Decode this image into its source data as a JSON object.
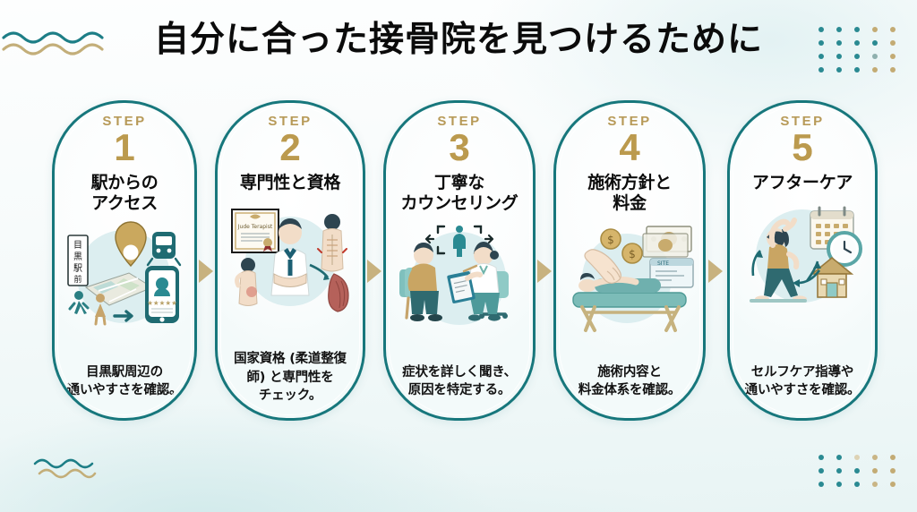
{
  "page": {
    "title": "自分に合った接骨院を見つけるために",
    "background_color": "#eef7f7",
    "accent_teal": "#17777c",
    "accent_gold": "#bb9a4e",
    "title_color": "#0b0b0b"
  },
  "decorations": {
    "wave_top_left": {
      "name": "wave-lines",
      "colors": [
        "#1d7e86",
        "#c3ae79"
      ]
    },
    "wave_bottom_left": {
      "name": "wave-lines",
      "colors": [
        "#1d7e86",
        "#c3ae79"
      ]
    },
    "dots_top_right": {
      "rows": 4,
      "cols": 5,
      "colors": [
        [
          "#2a8a92",
          "#2a8a92",
          "#2a8a92",
          "#c3ab74",
          "#c3ab74"
        ],
        [
          "#2a8a92",
          "#2a8a92",
          "#2a8a92",
          "#2a8a92",
          "#c3ab74"
        ],
        [
          "#2a8a92",
          "#2a8a92",
          "#2a8a92",
          "#8fb0ae",
          "#c3ab74"
        ],
        [
          "#2a8a92",
          "#2a8a92",
          "#2a8a92",
          "#c3ab74",
          "#c3ab74"
        ]
      ]
    },
    "dots_bottom_right": {
      "rows": 3,
      "cols": 5,
      "colors": [
        [
          "#2a8a92",
          "#2a8a92",
          "#ddd2b4",
          "#c9b585",
          "#c3ab74"
        ],
        [
          "#2a8a92",
          "#2a8a92",
          "#2a8a92",
          "#c3ab74",
          "#c3ab74"
        ],
        [
          "#2a8a92",
          "#2a8a92",
          "#2a8a92",
          "#c9b585",
          "#c3ab74"
        ]
      ]
    },
    "connector_arrow_color": "#c3ab74",
    "sparkle_color": "#e8d08a"
  },
  "steps": [
    {
      "step_word": "STEP",
      "number": "1",
      "title": "駅からの\nアクセス",
      "title_line1": "駅からの",
      "title_line2": "アクセス",
      "description": "目黒駅周辺の\n通いやすさを確認。",
      "desc_line1": "目黒駅周辺の",
      "desc_line2": "通いやすさを確認。",
      "illustration": "station-access-map-illustration",
      "illustration_label": "目黒駅前"
    },
    {
      "step_word": "STEP",
      "number": "2",
      "title": "専門性と資格",
      "title_line1": "専門性と資格",
      "title_line2": "",
      "description": "国家資格 (柔道整復\n師) と専門性を\nチェック。",
      "desc_line1": "国家資格 (柔道整復",
      "desc_line2": "師) と専門性を",
      "desc_line3": "チェック。",
      "illustration": "certificate-doctor-illustration",
      "illustration_label": "Jude Terapist"
    },
    {
      "step_word": "STEP",
      "number": "3",
      "title": "丁寧な\nカウンセリング",
      "title_line1": "丁寧な",
      "title_line2": "カウンセリング",
      "description": "症状を詳しく聞き、\n原因を特定する。",
      "desc_line1": "症状を詳しく聞き、",
      "desc_line2": "原因を特定する。",
      "illustration": "counseling-consultation-illustration"
    },
    {
      "step_word": "STEP",
      "number": "4",
      "title": "施術方針と\n料金",
      "title_line1": "施術方針と",
      "title_line2": "料金",
      "description": "施術内容と\n料金体系を確認。",
      "desc_line1": "施術内容と",
      "desc_line2": "料金体系を確認。",
      "illustration": "treatment-table-money-illustration"
    },
    {
      "step_word": "STEP",
      "number": "5",
      "title": "アフターケア",
      "title_line1": "アフターケア",
      "title_line2": "",
      "description": "セルフケア指導や\n通いやすさを確認。",
      "desc_line1": "セルフケア指導や",
      "desc_line2": "通いやすさを確認。",
      "illustration": "aftercare-stretch-calendar-illustration"
    }
  ]
}
